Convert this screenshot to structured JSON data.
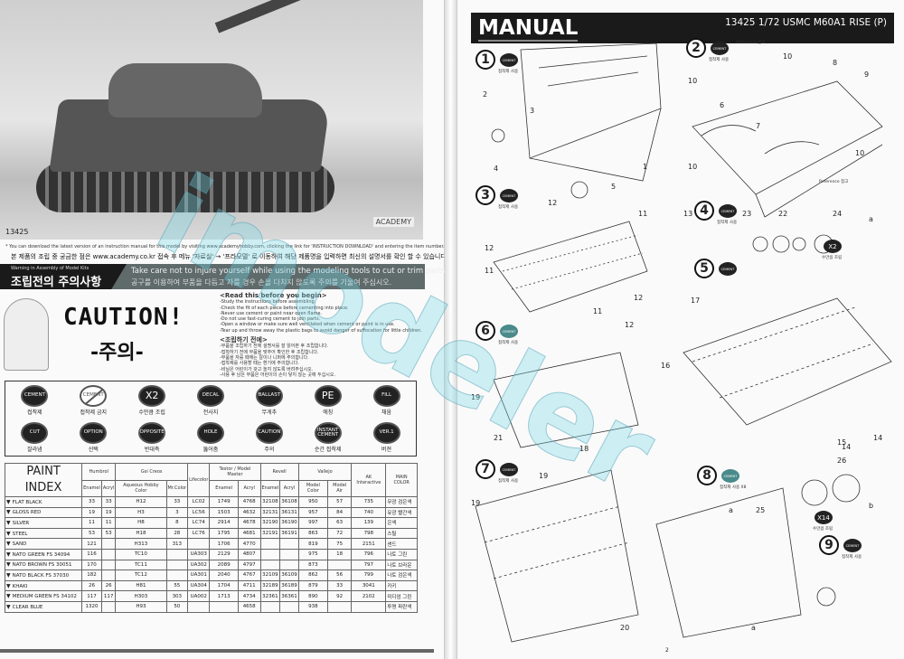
{
  "left": {
    "kit_number": "13425",
    "brand": "ACADEMY",
    "download_note_en": "* You can download the latest version of an instruction manual for this model by visiting www.academyhobby.com, clicking the link for 'INSTRUCTION DOWNLOAD' and entering the item number.",
    "download_note_ko": "본 제품의 조립 중 궁금한 점은 www.academy.co.kr 접속 후 메뉴 '자료실' → '프라모델' 로 이동하여 해당 제품명을 입력하면 최신의 설명서를 확인 할 수 있습니다.",
    "warning_en": "Warning in Assembly of Model Kits",
    "warning_ko": "조립전의 주의사항",
    "warning_msg_en": "Take care not to injure yourself while using the modeling tools to cut or trim parts.",
    "warning_msg_ko": "공구를 이용하여 부품을 다듬고 자를 경우 손을 다치지 않도록 주의를 기울여 주십시오.",
    "caution_title": "CAUTION!",
    "caution_ko": "-주의-",
    "read_title": "<Read this before you begin>",
    "read_lines": [
      "-Study the instructions before assembling.",
      "-Check the fit of each piece before cementing into place.",
      "-Never use cement or paint near open flame.",
      "-Do not use fast-curing cement to join parts.",
      "-Open a window or make sure well ventilated when cement or paint is in use.",
      "-Tear up and throw away the plastic bags to avoid danger of suffocation for little children."
    ],
    "read_title_ko": "<조립하기 전에>",
    "read_lines_ko": [
      "-부품을 조립하기 전에 설명서를 잘 읽어본 후 조립합니다.",
      "-접착하기 전에 부품을 맞추어 확인한 후 조립합니다.",
      "-부품을 자를 때에는 칼이나 니퍼에 주의합니다.",
      "-접착제를 사용할 때는 환기에 주의합니다.",
      "-비닐은 어린이가 갖고 놀지 않도록 버려주십시오.",
      "-사용 후 남은 부품은 어린이의 손이 닿지 않는 곳에 두십시오."
    ],
    "icons": [
      {
        "badge": "CEMENT",
        "label": "접착제"
      },
      {
        "badge": "CEMENT",
        "label": "접착제 금지",
        "no": true
      },
      {
        "badge": "X2",
        "label": "수만큼 조립",
        "big": true
      },
      {
        "badge": "DECAL",
        "label": "전사지"
      },
      {
        "badge": "BALLAST",
        "label": "무게추"
      },
      {
        "badge": "PE",
        "label": "에칭",
        "big": true
      },
      {
        "badge": "FILL",
        "label": "채움"
      },
      {
        "badge": "CUT",
        "label": "잘라냄"
      },
      {
        "badge": "OPTION",
        "label": "선택"
      },
      {
        "badge": "OPPOSITE",
        "label": "반대측"
      },
      {
        "badge": "HOLE",
        "label": "뚫어줌"
      },
      {
        "badge": "CAUTION",
        "label": "주의"
      },
      {
        "badge": "INSTANT CEMENT",
        "label": "순간 접착제"
      },
      {
        "badge": "VER.1",
        "label": "버젼"
      }
    ],
    "paint": {
      "title": "PAINT INDEX",
      "groups": [
        "Humbrol",
        "Gsi Creos",
        "Testor / Model Master",
        "Revell",
        "Vallejo"
      ],
      "subheaders": [
        "Enamel",
        "Acryl",
        "Aqueous Hobby Color",
        "Mr.Color",
        "Lifecolor",
        "Enamel",
        "Acryl",
        "Enamel",
        "Acryl",
        "Model Color",
        "Model Air",
        "AK Interactive",
        "MAIN COLOR"
      ],
      "rows": [
        [
          "FLAT BLACK",
          "33",
          "33",
          "H12",
          "33",
          "LC02",
          "1749",
          "4768",
          "32108",
          "36108",
          "950",
          "57",
          "735",
          "무광 검은색"
        ],
        [
          "GLOSS RED",
          "19",
          "19",
          "H3",
          "3",
          "LC56",
          "1503",
          "4632",
          "32131",
          "36131",
          "957",
          "84",
          "740",
          "유광 빨간색"
        ],
        [
          "SILVER",
          "11",
          "11",
          "H8",
          "8",
          "LC74",
          "2914",
          "4678",
          "32190",
          "36190",
          "997",
          "63",
          "139",
          "은색"
        ],
        [
          "STEEL",
          "53",
          "53",
          "H18",
          "28",
          "LC76",
          "1795",
          "4681",
          "32191",
          "36191",
          "863",
          "72",
          "798",
          "스틸"
        ],
        [
          "SAND",
          "121",
          "",
          "H313",
          "313",
          "",
          "1706",
          "4770",
          "",
          "",
          "819",
          "75",
          "2151",
          "샌드"
        ],
        [
          "NATO GREEN FS 34094",
          "116",
          "",
          "TC10",
          "",
          "UA303",
          "2129",
          "4807",
          "",
          "",
          "975",
          "18",
          "796",
          "나토 그린"
        ],
        [
          "NATO BROWN FS 30051",
          "170",
          "",
          "TC11",
          "",
          "UA302",
          "2089",
          "4797",
          "",
          "",
          "873",
          "",
          "797",
          "나토 브라운"
        ],
        [
          "NATO BLACK FS 37030",
          "182",
          "",
          "TC12",
          "",
          "UA301",
          "2040",
          "4767",
          "32109",
          "36109",
          "862",
          "56",
          "799",
          "나토 검은색"
        ],
        [
          "KHAKI",
          "26",
          "26",
          "H81",
          "55",
          "UA304",
          "1704",
          "4711",
          "32189",
          "36189",
          "879",
          "33",
          "3041",
          "카키"
        ],
        [
          "MEDIUM GREEN FS 34102",
          "117",
          "117",
          "H303",
          "303",
          "UA002",
          "1713",
          "4734",
          "32361",
          "36361",
          "890",
          "92",
          "2102",
          "미디엄 그린"
        ],
        [
          "CLEAR BLUE",
          "1320",
          "",
          "H93",
          "50",
          "",
          "",
          "4658",
          "",
          "",
          "938",
          "",
          "",
          "투명 파란색"
        ]
      ]
    }
  },
  "right": {
    "header_title": "MANUAL",
    "kit_title": "13425 1/72 USMC M60A1 RISE (P)",
    "page_number": "2",
    "watermark": "imodeler",
    "steps": [
      {
        "n": "1",
        "badge": "CEMENT",
        "badge_label": "접착제 사용"
      },
      {
        "n": "2",
        "badge": "CEMENT",
        "badge_label": "접착제 사용",
        "ref": "Reference 참고"
      },
      {
        "n": "3",
        "badge": "CEMENT",
        "badge_label": "접착제 사용"
      },
      {
        "n": "4",
        "badge": "CEMENT",
        "badge_label": "접착제 사용",
        "x": "X2",
        "x_label": "수만큼 조립"
      },
      {
        "n": "5",
        "badge": "CEMENT",
        "badge_label": ""
      },
      {
        "n": "6",
        "badge": "CEMENT",
        "badge_label": "접착제 사용"
      },
      {
        "n": "7",
        "badge": "CEMENT",
        "badge_label": "접착제 사용"
      },
      {
        "n": "8",
        "badge": "CEMENT",
        "badge_label": "접착제 사용 X8",
        "x": "X14",
        "x_label": "수만큼 조립"
      },
      {
        "n": "9",
        "badge": "CEMENT",
        "badge_label": "접착제 사용"
      }
    ],
    "reference_label": "Reference 참고",
    "part_labels": [
      "1",
      "2",
      "3",
      "4",
      "5",
      "6",
      "7",
      "8",
      "9",
      "10",
      "10",
      "10",
      "10",
      "11",
      "11",
      "11",
      "12",
      "12",
      "12",
      "12",
      "13",
      "14",
      "14",
      "15",
      "16",
      "17",
      "18",
      "19",
      "19",
      "19",
      "20",
      "21",
      "22",
      "23",
      "24",
      "25",
      "26",
      "a",
      "a",
      "a",
      "b"
    ]
  }
}
